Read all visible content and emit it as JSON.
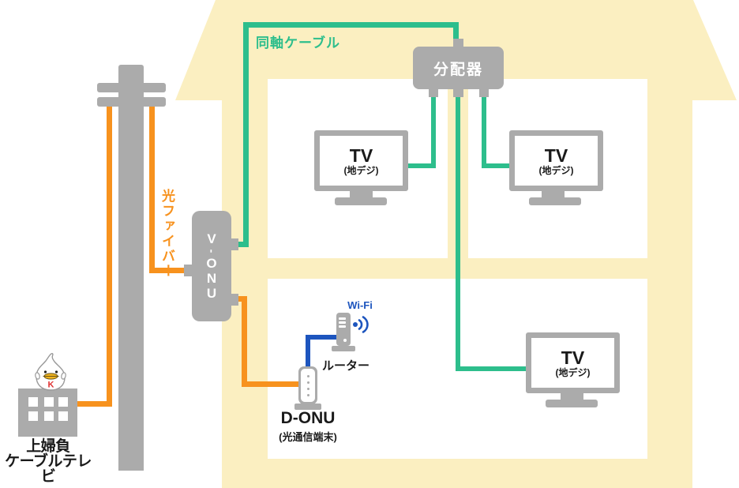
{
  "colors": {
    "house": "#FBEFC1",
    "room": "#FFFFFF",
    "gray": "#ABABAB",
    "green": "#2DBE8C",
    "orange": "#F7921E",
    "blue": "#1D55BE",
    "text": "#1A1A1A",
    "mascotRed": "#E03131",
    "mascotBeak": "#F0B420"
  },
  "provider": {
    "name_line1": "上婦負",
    "name_line2": "ケーブルテレビ",
    "mascot_letter": "K"
  },
  "cable_labels": {
    "coax": "同軸ケーブル",
    "fiber": "光ファイバー"
  },
  "devices": {
    "splitter": {
      "label": "分配器"
    },
    "v_onu": {
      "letters": [
        "V",
        "-",
        "O",
        "N",
        "U"
      ]
    },
    "d_onu": {
      "label": "D-ONU",
      "sub": "(光通信端末)"
    },
    "router": {
      "label": "ルーター"
    },
    "wifi_label": "Wi-Fi"
  },
  "tvs": [
    {
      "label": "TV",
      "sub": "(地デジ)"
    },
    {
      "label": "TV",
      "sub": "(地デジ)"
    },
    {
      "label": "TV",
      "sub": "(地デジ)"
    }
  ]
}
